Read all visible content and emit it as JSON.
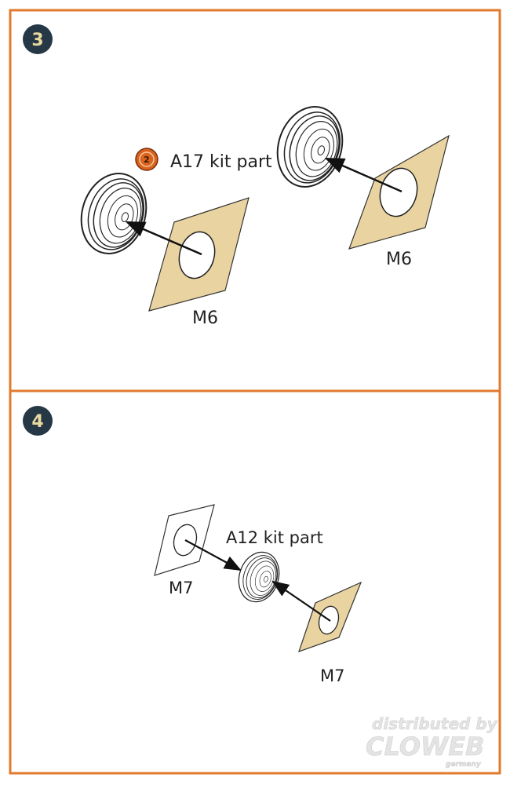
{
  "steps": [
    {
      "number": "3",
      "kit_part_label": "A17 kit part",
      "kit_part_icon_number": "2",
      "mask_labels": [
        "M6",
        "M6"
      ]
    },
    {
      "number": "4",
      "kit_part_label": "A12 kit part",
      "mask_labels": [
        "M7",
        "M7"
      ]
    }
  ],
  "watermark": {
    "line1": "distributed by",
    "line2": "CLOWEB",
    "line3": "germany"
  },
  "colors": {
    "frame": "#E27A2E",
    "badge": "#263746",
    "badge_text": "#E8D9A0",
    "mask": "#E9D3A0",
    "icon": "#D9621E"
  }
}
